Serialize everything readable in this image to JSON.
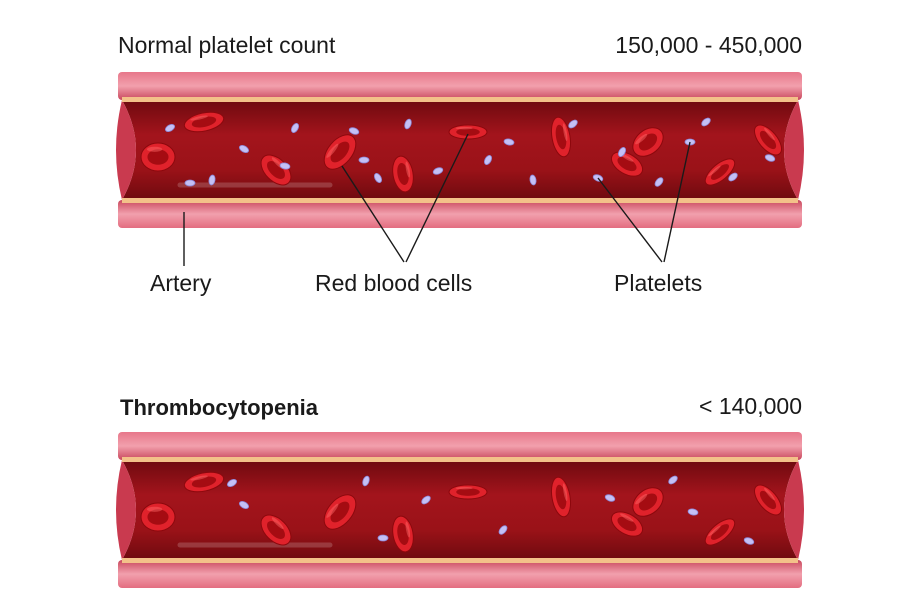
{
  "normal_panel": {
    "title": "Normal platelet count",
    "count": "150,000 - 450,000",
    "labels": {
      "artery": "Artery",
      "red_blood_cells": "Red blood cells",
      "platelets": "Platelets"
    }
  },
  "thrombo_panel": {
    "title": "Thrombocytopenia",
    "count": "< 140,000"
  },
  "colors": {
    "vessel_wall": "#d9516a",
    "vessel_wall_light": "#f08a99",
    "vessel_wall_dark": "#b8384e",
    "vessel_fat": "#f6c48a",
    "lumen": "#8e1015",
    "rbc": "#d4121c",
    "rbc_dark": "#9c0a10",
    "platelet": "#b6b2ee"
  }
}
